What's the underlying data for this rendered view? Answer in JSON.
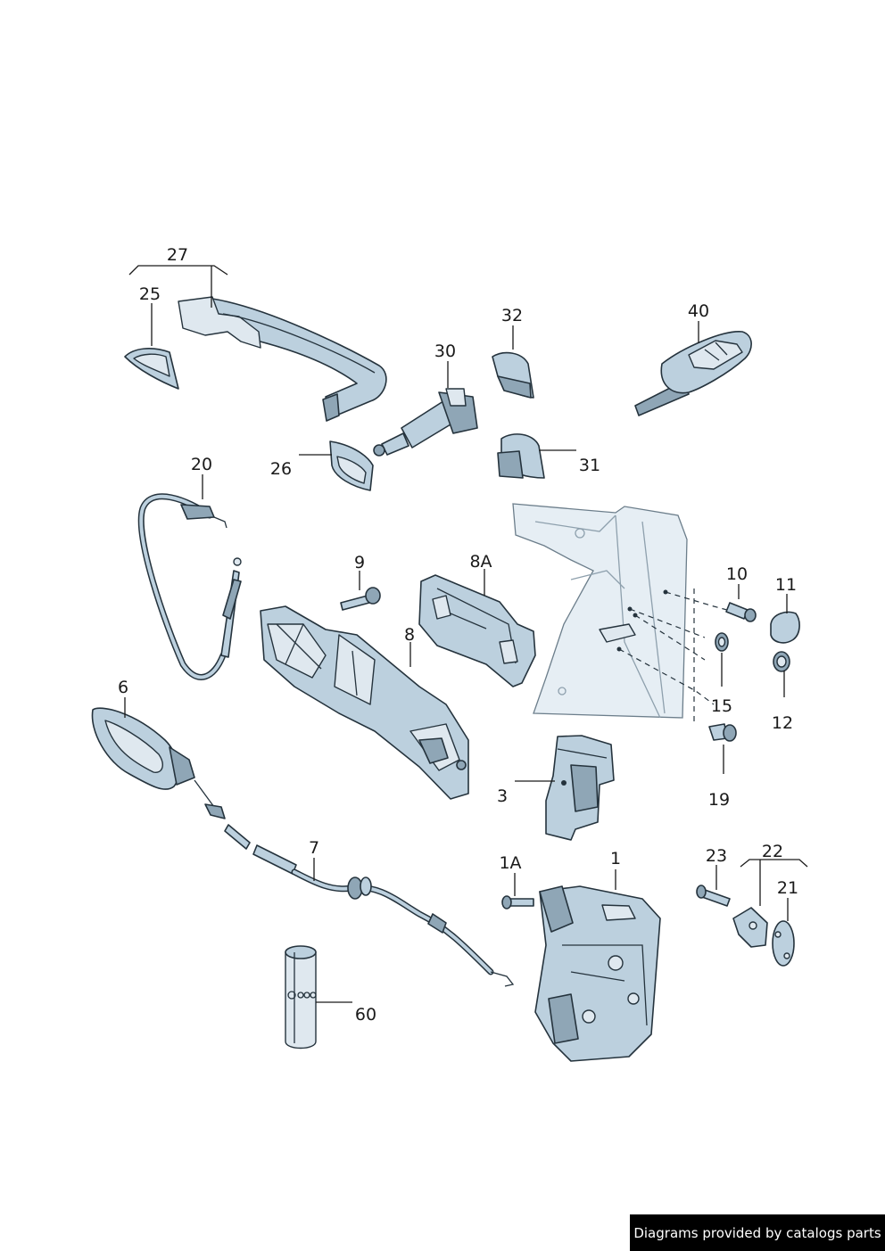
{
  "diagram": {
    "callouts": {
      "p27": "27",
      "p25": "25",
      "p32": "32",
      "p40": "40",
      "p30": "30",
      "p26": "26",
      "p31": "31",
      "p20": "20",
      "p9": "9",
      "p8A": "8A",
      "p10": "10",
      "p11": "11",
      "p8": "8",
      "p15": "15",
      "p12": "12",
      "p6": "6",
      "p19": "19",
      "p3": "3",
      "p7": "7",
      "p1A": "1A",
      "p1": "1",
      "p23": "23",
      "p22": "22",
      "p21": "21",
      "p60": "60"
    }
  },
  "footer": {
    "text": "Diagrams provided by catalogs parts"
  }
}
